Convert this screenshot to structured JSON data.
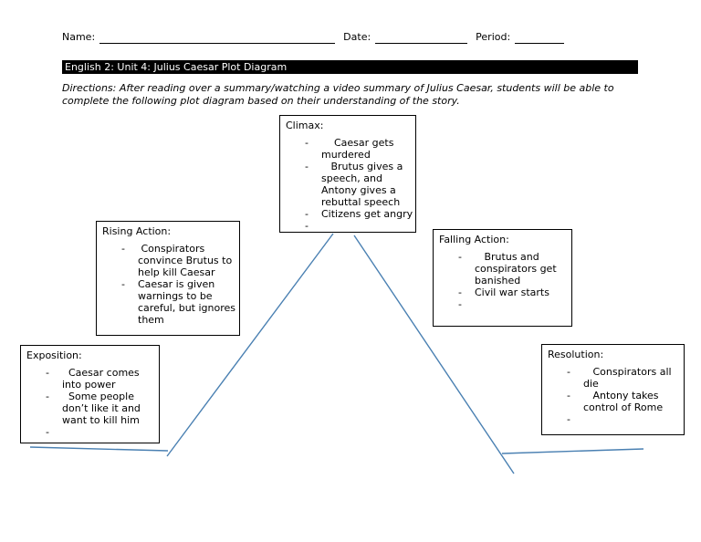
{
  "header": {
    "name_label": "Name:",
    "date_label": "Date:",
    "period_label": "Period:"
  },
  "banner": {
    "title": "English 2: Unit 4: Julius Caesar Plot Diagram"
  },
  "directions": "Directions: After reading over a summary/watching a video summary of Julius Caesar, students will be able to\ncomplete the following plot diagram based on their understanding of the story.",
  "diagram": {
    "line_color": "#4a80b2",
    "boxes": {
      "climax": {
        "title": "Climax:",
        "bullets": [
          {
            "marker": "-",
            "text": "    Caesar gets\nmurdered"
          },
          {
            "marker": "-",
            "text": "   Brutus gives a\nspeech, and\nAntony gives a\nrebuttal speech"
          },
          {
            "marker": "-",
            "text": "Citizens get angry"
          },
          {
            "marker": "-",
            "text": ""
          }
        ]
      },
      "rising_action": {
        "title": "Rising Action:",
        "bullets": [
          {
            "marker": "-",
            "text": " Conspirators\nconvince Brutus to\nhelp kill Caesar"
          },
          {
            "marker": "-",
            "text": "Caesar is given\nwarnings to be\ncareful, but ignores\nthem"
          }
        ]
      },
      "falling_action": {
        "title": "Falling Action:",
        "bullets": [
          {
            "marker": "-",
            "text": "   Brutus and\nconspirators get\nbanished"
          },
          {
            "marker": "-",
            "text": "Civil war starts"
          },
          {
            "marker": "-",
            "text": ""
          }
        ]
      },
      "exposition": {
        "title": "Exposition:",
        "bullets": [
          {
            "marker": "-",
            "text": "  Caesar comes\ninto power"
          },
          {
            "marker": "-",
            "text": "  Some people\ndon’t like it and\nwant to kill him"
          },
          {
            "marker": "-",
            "text": ""
          }
        ]
      },
      "resolution": {
        "title": "Resolution:",
        "bullets": [
          {
            "marker": "-",
            "text": "   Conspirators all\ndie"
          },
          {
            "marker": "-",
            "text": "   Antony takes\ncontrol of Rome"
          },
          {
            "marker": "-",
            "text": ""
          }
        ]
      }
    }
  }
}
